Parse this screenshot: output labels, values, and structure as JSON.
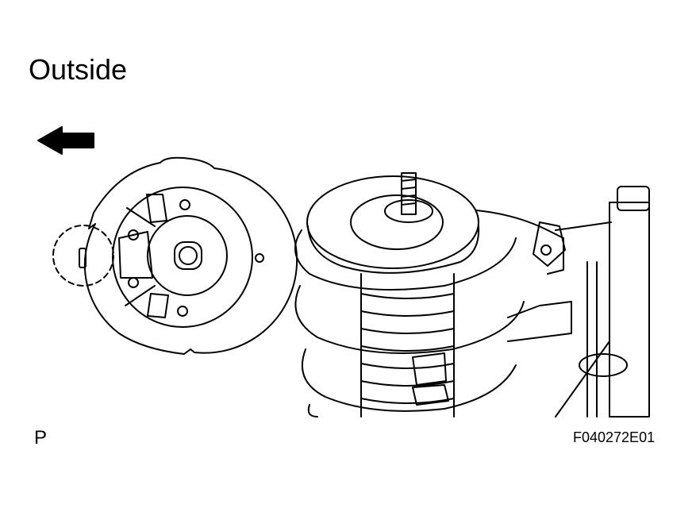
{
  "title": "Outside",
  "corner_left": "P",
  "corner_right": "F040272E01",
  "icons": {
    "direction_arrow": "arrow-left-icon",
    "detail_circle": "dashed-circle-icon"
  },
  "colors": {
    "ink": "#000000",
    "background": "#ffffff"
  }
}
